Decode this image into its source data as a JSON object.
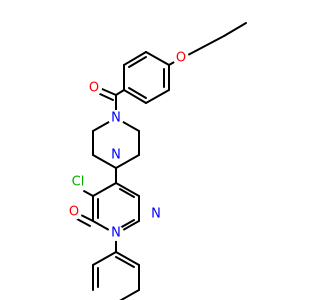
{
  "molecule": {
    "colors": {
      "bond": "#000000",
      "O": "#ff0000",
      "N": "#0000ff",
      "Cl": "#00b000"
    },
    "atoms": {
      "o_ether": "O",
      "o_carbonyl": "O",
      "n_pip_top": "N",
      "n_pip_bottom": "N",
      "cl": "Cl",
      "o_pyridazinone": "O",
      "n_ring_2": "N",
      "n_ring_1": "N"
    }
  }
}
